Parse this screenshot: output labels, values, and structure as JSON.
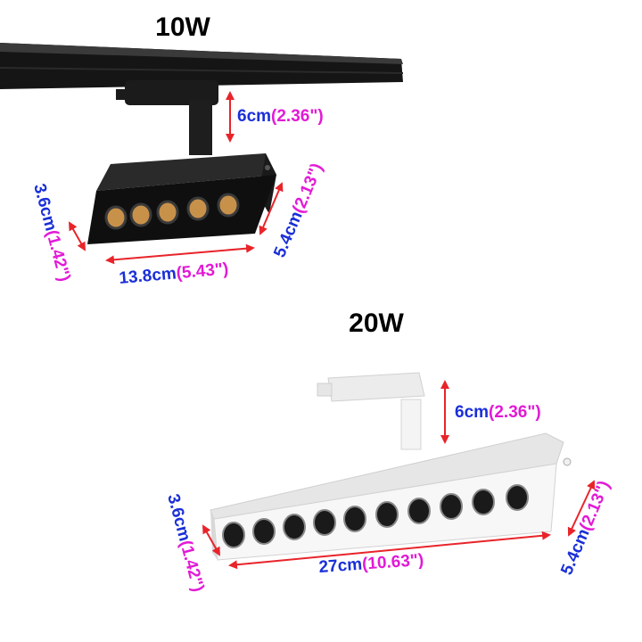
{
  "variants": [
    {
      "title": "10W",
      "height_cm": "6cm",
      "height_in": "(2.36\")",
      "depth_cm": "3.6cm",
      "depth_in": "(1.42\")",
      "width_cm": "5.4cm",
      "width_in": "(2.13\")",
      "length_cm": "13.8cm",
      "length_in": "(5.43\")",
      "led_count": 5,
      "body_color": "#111111",
      "led_color": "#c8914a"
    },
    {
      "title": "20W",
      "height_cm": "6cm",
      "height_in": "(2.36\")",
      "depth_cm": "3.6cm",
      "depth_in": "(1.42\")",
      "width_cm": "5.4cm",
      "width_in": "(2.13\")",
      "length_cm": "27cm",
      "length_in": "(10.63\")",
      "led_count": 10,
      "body_color": "#f2f2f2",
      "led_color": "#1a1a1a"
    }
  ],
  "colors": {
    "arrow": "#e8242a",
    "cm_text": "#1a2fd8",
    "inch_text": "#e21ad6"
  }
}
